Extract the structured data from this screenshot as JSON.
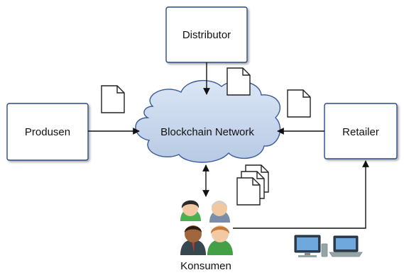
{
  "nodes": {
    "distributor": "Distributor",
    "produsen": "Produsen",
    "retailer": "Retailer",
    "network": "Blockchain Network",
    "konsumen": "Konsumen"
  },
  "colors": {
    "box_border": "#2a4a8a",
    "cloud_fill": "#c9d7ec",
    "cloud_stroke": "#3a5a9a",
    "arrow": "#111111"
  },
  "icons": [
    "document-icon",
    "document-stack-icon",
    "people-group-icon",
    "desktop-computer-icon",
    "laptop-icon"
  ]
}
